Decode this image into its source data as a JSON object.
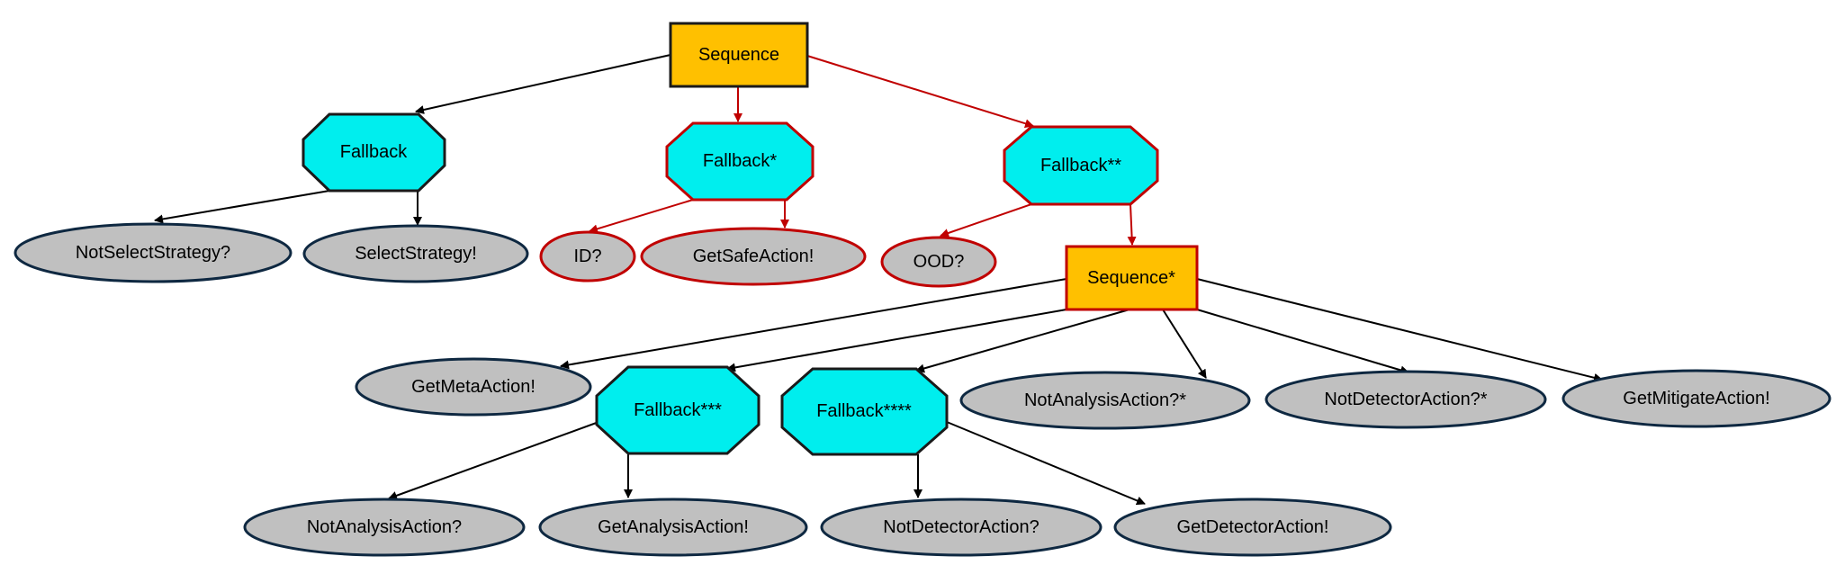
{
  "colors": {
    "sequence_fill": "#FFC000",
    "fallback_fill": "#00EEEE",
    "condition_fill": "#C0C0C0",
    "black_edge": "#000000",
    "red_edge": "#C00000",
    "leaf_stroke": "#0E2841"
  },
  "nodes": {
    "sequence_root": "Sequence",
    "fallback_1": "Fallback",
    "fallback_2": "Fallback*",
    "fallback_3": "Fallback**",
    "sequence_2": "Sequence*",
    "fallback_4": "Fallback***",
    "fallback_5": "Fallback****",
    "not_select_strategy": "NotSelectStrategy?",
    "select_strategy": "SelectStrategy!",
    "id_check": "ID?",
    "get_safe_action": "GetSafeAction!",
    "ood_check": "OOD?",
    "get_meta_action": "GetMetaAction!",
    "not_analysis_action_star": "NotAnalysisAction?*",
    "not_detector_action_star": "NotDetectorAction?*",
    "get_mitigate_action": "GetMitigateAction!",
    "not_analysis_action": "NotAnalysisAction?",
    "get_analysis_action": "GetAnalysisAction!",
    "not_detector_action": "NotDetectorAction?",
    "get_detector_action": "GetDetectorAction!"
  }
}
